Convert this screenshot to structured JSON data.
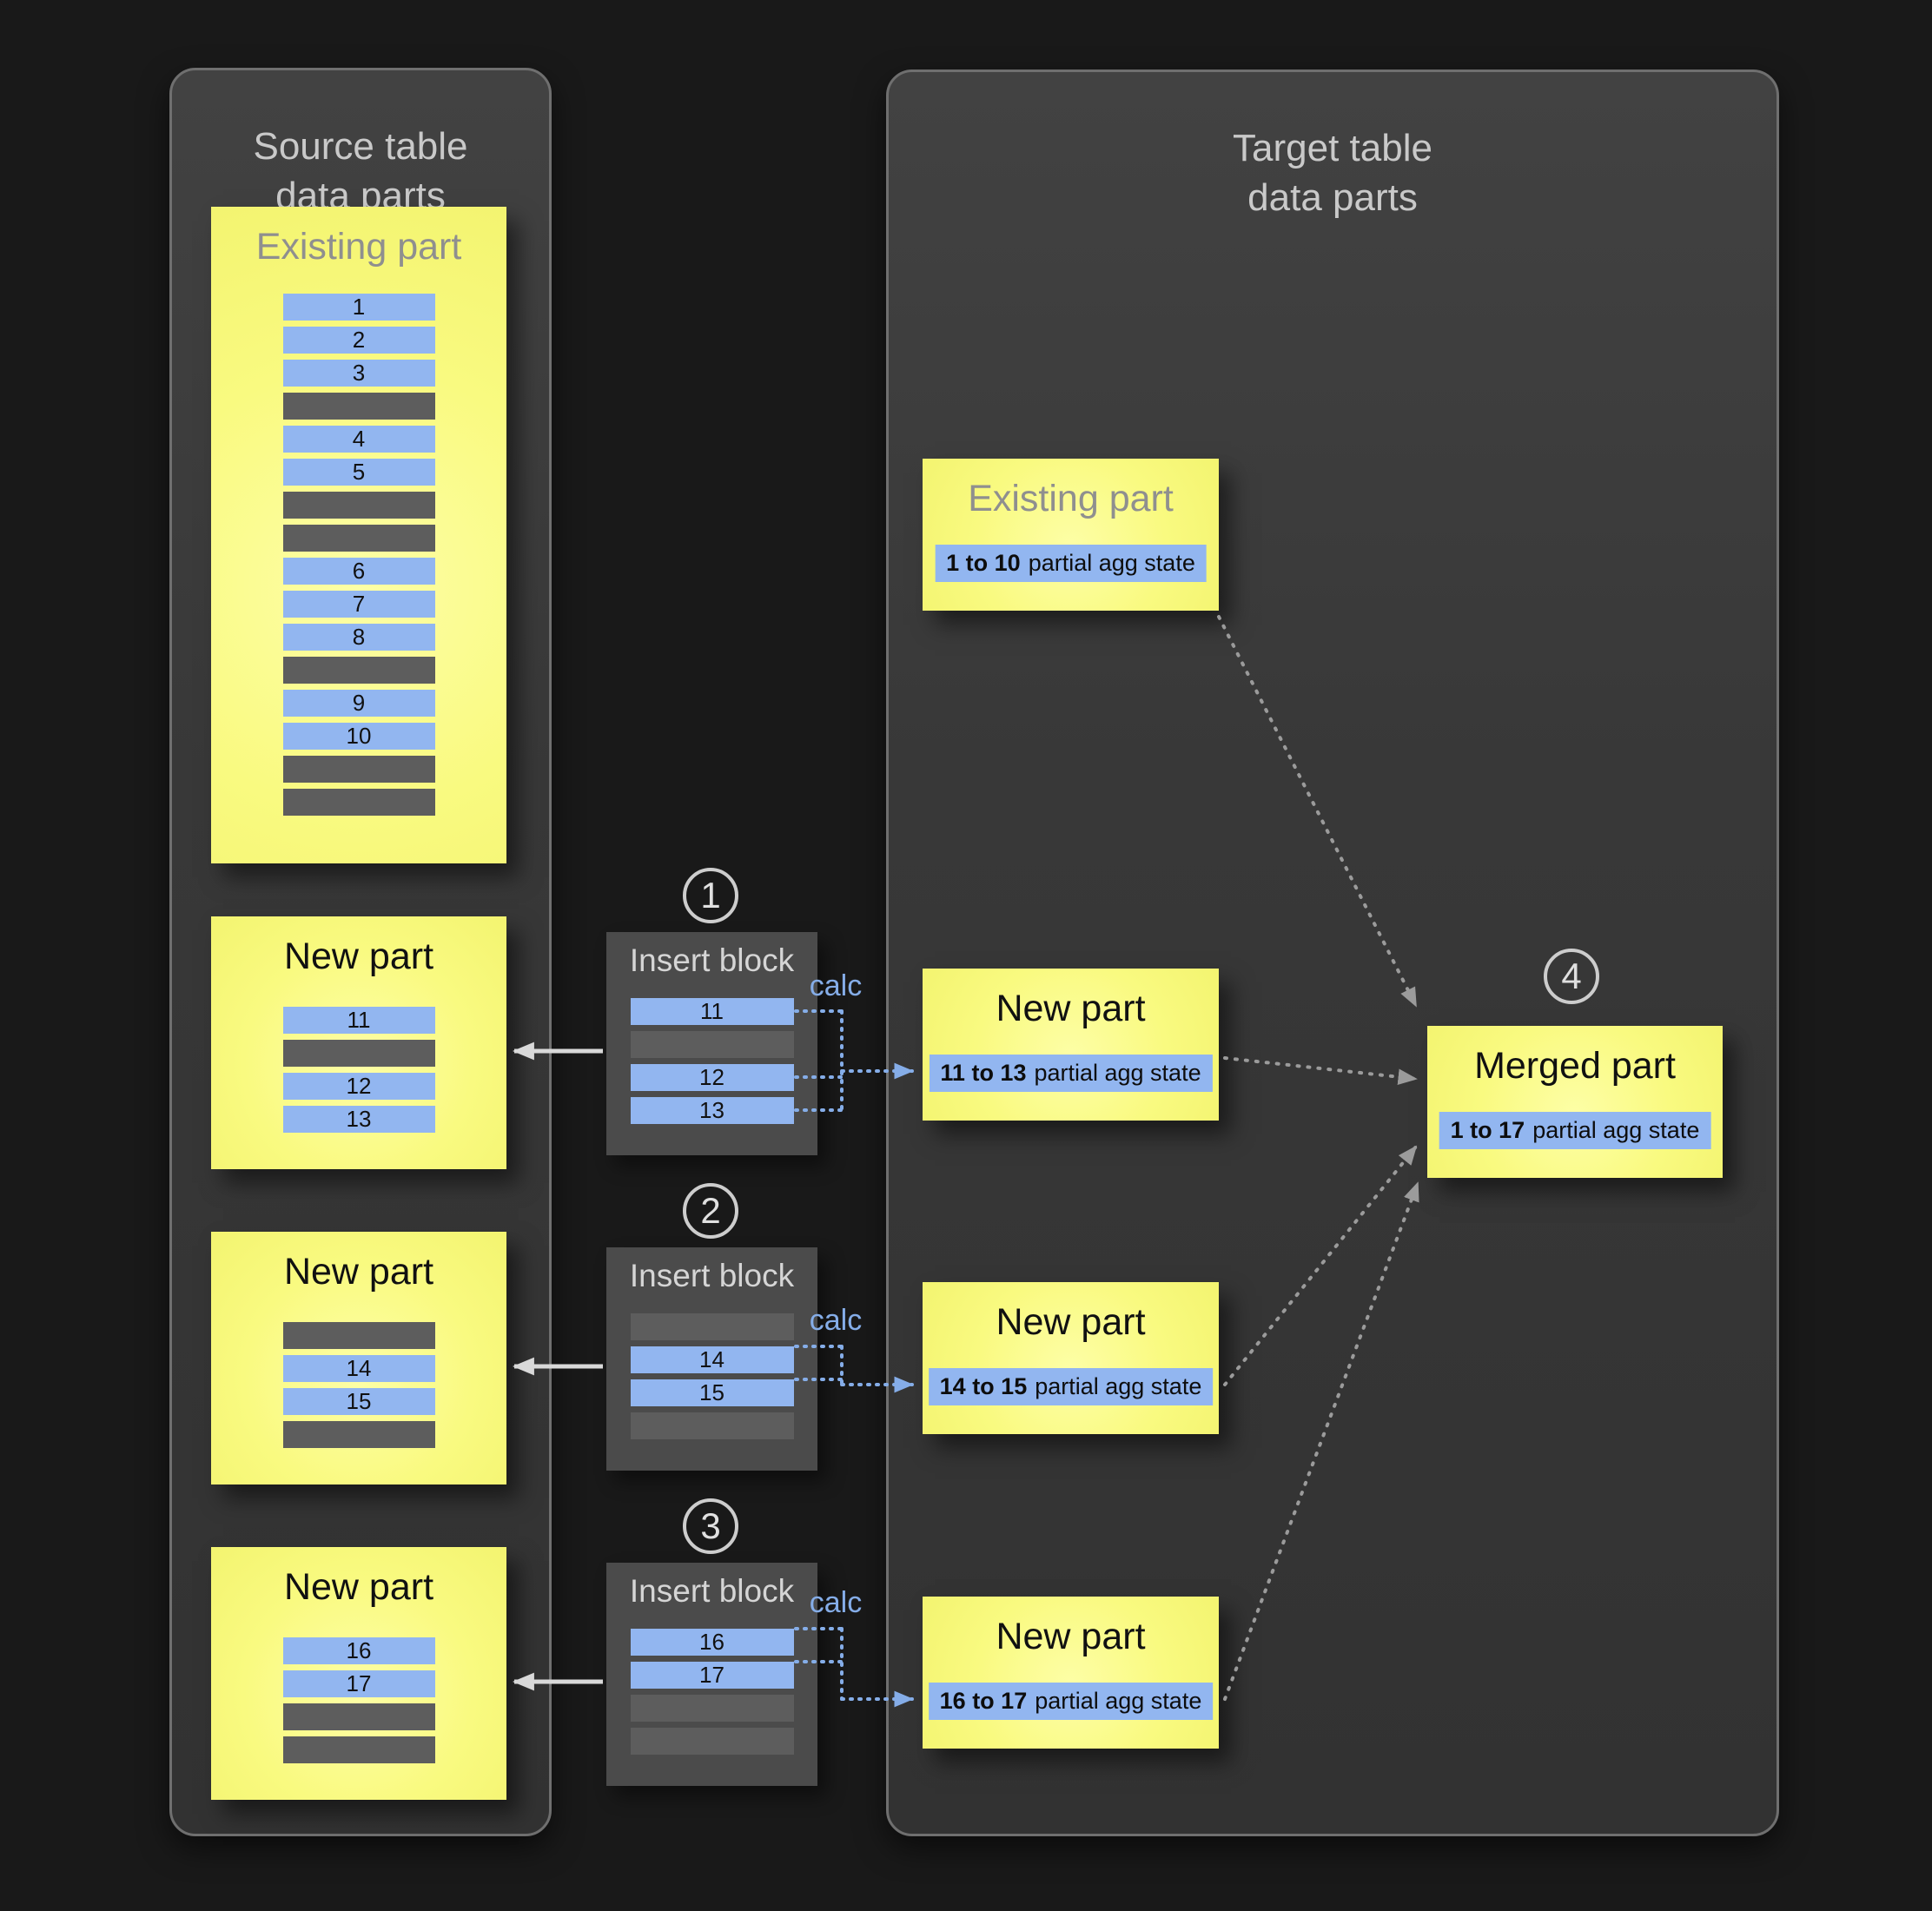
{
  "source_panel": {
    "title_lines": [
      "Source table",
      "data parts"
    ],
    "existing_part": {
      "title": "Existing part",
      "rows": [
        "1",
        "2",
        "3",
        null,
        "4",
        "5",
        null,
        null,
        "6",
        "7",
        "8",
        null,
        "9",
        "10",
        null,
        null
      ]
    },
    "new_parts": [
      {
        "title": "New part",
        "rows": [
          "11",
          null,
          "12",
          "13"
        ]
      },
      {
        "title": "New part",
        "rows": [
          null,
          "14",
          "15",
          null
        ]
      },
      {
        "title": "New part",
        "rows": [
          "16",
          "17",
          null,
          null
        ]
      }
    ]
  },
  "insert_blocks": [
    {
      "step": "1",
      "title": "Insert block",
      "calc_label": "calc",
      "rows": [
        "11",
        null,
        "12",
        "13"
      ]
    },
    {
      "step": "2",
      "title": "Insert block",
      "calc_label": "calc",
      "rows": [
        null,
        "14",
        "15",
        null
      ]
    },
    {
      "step": "3",
      "title": "Insert block",
      "calc_label": "calc",
      "rows": [
        "16",
        "17",
        null,
        null
      ]
    }
  ],
  "target_panel": {
    "title_lines": [
      "Target table",
      "data parts"
    ],
    "existing_part": {
      "title": "Existing part",
      "range": "1 to 10",
      "state_label": "partial agg state"
    },
    "new_parts": [
      {
        "title": "New part",
        "range": "11 to 13",
        "state_label": "partial agg state"
      },
      {
        "title": "New part",
        "range": "14 to 15",
        "state_label": "partial agg state"
      },
      {
        "title": "New part",
        "range": "16 to 17",
        "state_label": "partial agg state"
      }
    ],
    "merged_part": {
      "step": "4",
      "title": "Merged part",
      "range": "1 to 17",
      "state_label": "partial agg state"
    }
  },
  "colors": {
    "background": "#191919",
    "panel_gray": "#3b3b3b",
    "part_yellow": "#f9fa80",
    "row_blue": "#92b6f0",
    "row_gray": "#5d5d5d",
    "calc_blue": "#85ade8",
    "muted_title_gray": "#8f8f8f"
  }
}
